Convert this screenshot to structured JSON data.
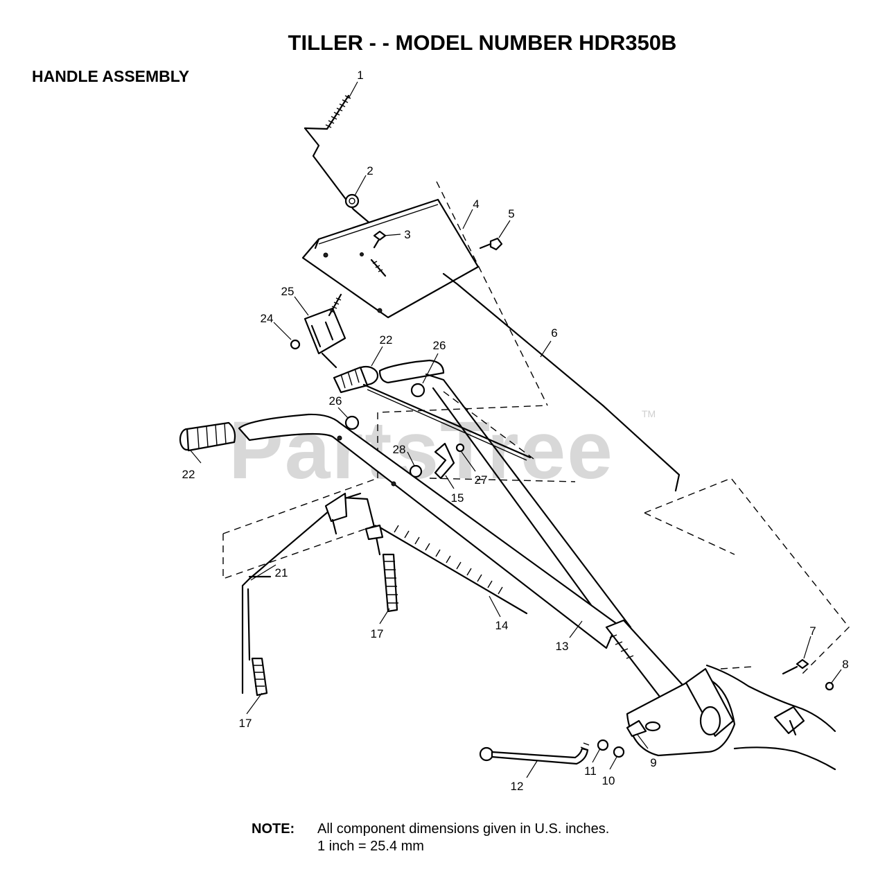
{
  "title": "TILLER - - MODEL NUMBER HDR350B",
  "subtitle": "HANDLE ASSEMBLY",
  "watermark": {
    "text": "PartsTree",
    "tm": "TM"
  },
  "callouts": {
    "c1": "1",
    "c2": "2",
    "c3": "3",
    "c4": "4",
    "c5": "5",
    "c6": "6",
    "c7": "7",
    "c8": "8",
    "c9": "9",
    "c10": "10",
    "c11": "11",
    "c12": "12",
    "c13": "13",
    "c14": "14",
    "c15": "15",
    "c17a": "17",
    "c17b": "17",
    "c21": "21",
    "c22a": "22",
    "c22b": "22",
    "c24": "24",
    "c25": "25",
    "c26a": "26",
    "c26b": "26",
    "c27": "27",
    "c28": "28"
  },
  "note": {
    "label": "NOTE:",
    "line1": "All component dimensions given in U.S. inches.",
    "line2": "1 inch = 25.4 mm"
  }
}
